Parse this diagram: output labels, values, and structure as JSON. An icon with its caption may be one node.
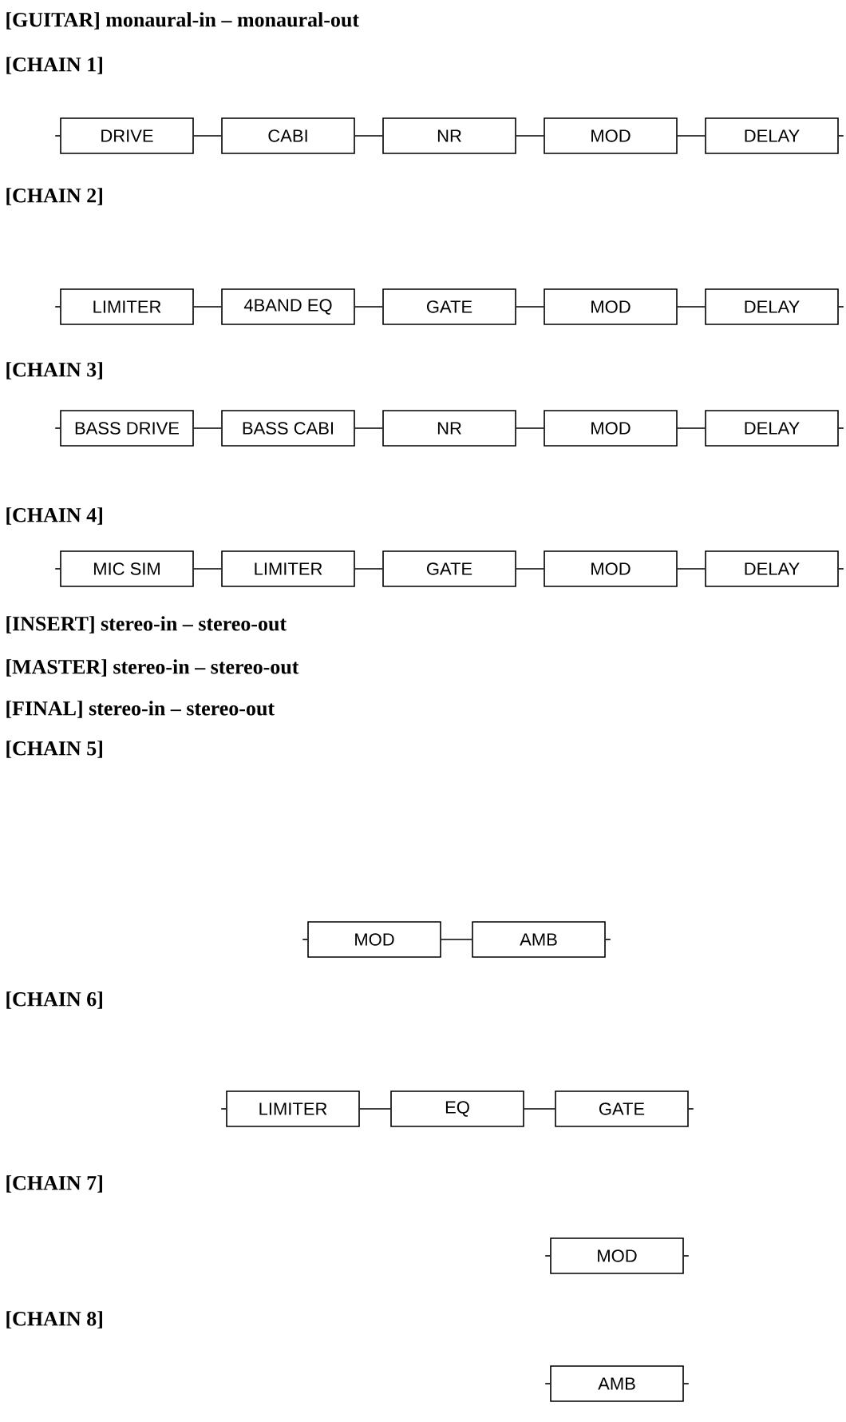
{
  "diagram": {
    "nodes": [
      {
        "text": [
          "DRIVE"
        ]
      },
      {
        "text": [
          "CABI"
        ]
      },
      {
        "text": [
          "NR"
        ]
      },
      {
        "text": [
          "MOD"
        ]
      },
      {
        "text": [
          "DELAY"
        ]
      },
      {
        "text": [
          "LIMITER"
        ]
      },
      {
        "text": [
          "4BAND EQ"
        ]
      },
      {
        "text": [
          "GATE"
        ]
      },
      {
        "text": [
          "MOD"
        ]
      },
      {
        "text": [
          "DELAY"
        ]
      },
      {
        "text": [
          "BASS DRIVE"
        ]
      },
      {
        "text": [
          "BASS CABI"
        ]
      },
      {
        "text": [
          "NR"
        ]
      },
      {
        "text": [
          "MOD"
        ]
      },
      {
        "text": [
          "DELAY"
        ]
      },
      {
        "text": [
          "MIC SIM"
        ]
      },
      {
        "text": [
          "LIMITER"
        ]
      },
      {
        "text": [
          "GATE"
        ]
      },
      {
        "text": [
          "MOD"
        ]
      },
      {
        "text": [
          "DELAY"
        ]
      },
      {
        "text": [
          "MOD"
        ]
      },
      {
        "text": [
          "AMB"
        ]
      },
      {
        "text": [
          "LIMITER"
        ]
      },
      {
        "text": [
          "EQ"
        ]
      },
      {
        "text": [
          "GATE"
        ]
      },
      {
        "text": [
          "MOD"
        ]
      },
      {
        "text": [
          "AMB"
        ]
      }
    ],
    "edges": [
      {
        "from": 0,
        "to": 1,
        "arrow": "none"
      },
      {
        "from": 1,
        "to": 2,
        "arrow": "none"
      },
      {
        "from": 2,
        "to": 3,
        "arrow": "none"
      },
      {
        "from": 3,
        "to": 4,
        "arrow": "none"
      },
      {
        "from": 5,
        "to": 6,
        "arrow": "none"
      },
      {
        "from": 6,
        "to": 7,
        "arrow": "none"
      },
      {
        "from": 7,
        "to": 8,
        "arrow": "none"
      },
      {
        "from": 8,
        "to": 9,
        "arrow": "none"
      },
      {
        "from": 10,
        "to": 11,
        "arrow": "none"
      },
      {
        "from": 11,
        "to": 12,
        "arrow": "none"
      },
      {
        "from": 12,
        "to": 13,
        "arrow": "none"
      },
      {
        "from": 13,
        "to": 14,
        "arrow": "none"
      },
      {
        "from": 15,
        "to": 16,
        "arrow": "none"
      },
      {
        "from": 16,
        "to": 17,
        "arrow": "none"
      },
      {
        "from": 17,
        "to": 18,
        "arrow": "none"
      },
      {
        "from": 18,
        "to": 19,
        "arrow": "none"
      },
      {
        "from": 20,
        "to": 21,
        "arrow": "none"
      },
      {
        "from": 22,
        "to": 23,
        "arrow": "none"
      },
      {
        "from": 23,
        "to": 24,
        "arrow": "none"
      }
    ],
    "labels": [
      "[GUITAR] monaural-in – monaural-out",
      "[CHAIN 1]",
      "[CHAIN 2]",
      "[CHAIN 3]",
      "[CHAIN 4]",
      "[INSERT] stereo-in – stereo-out",
      "[MASTER] stereo-in – stereo-out",
      "[FINAL] stereo-in – stereo-out",
      "[CHAIN 5]",
      "[CHAIN 6]",
      "[CHAIN 7]",
      "[CHAIN 8]"
    ]
  }
}
